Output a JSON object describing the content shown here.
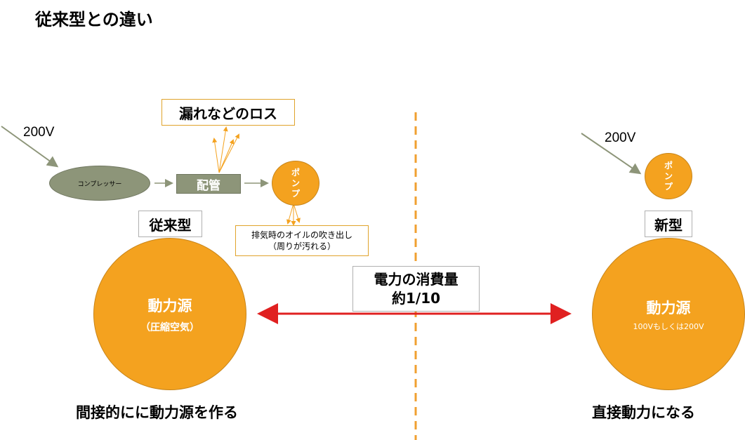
{
  "title": "従来型との違い",
  "old_side": {
    "voltage": "200V",
    "compressor": "コンプレッサー",
    "pipe": "配管",
    "loss_label": "漏れなどのロス",
    "pump": [
      "ポ",
      "ン",
      "プ"
    ],
    "exhaust_note": [
      "排気時のオイルの吹き出し",
      "（周りが汚れる）"
    ],
    "type_label": "従来型",
    "source_name": "動力源",
    "source_sub": "（圧縮空気）",
    "caption": "間接的にに動力源を作る"
  },
  "new_side": {
    "voltage": "200V",
    "pump": [
      "ポ",
      "ン",
      "プ"
    ],
    "type_label": "新型",
    "source_name": "動力源",
    "source_sub": "100Vもしくは200V",
    "caption": "直接動力になる"
  },
  "comparison": {
    "line1": "電力の消費量",
    "line2": "約1/10"
  },
  "colors": {
    "orange": "#f4a21f",
    "olive": "#8d9579",
    "red_arrow": "#e02020",
    "divider": "#f0a030"
  }
}
